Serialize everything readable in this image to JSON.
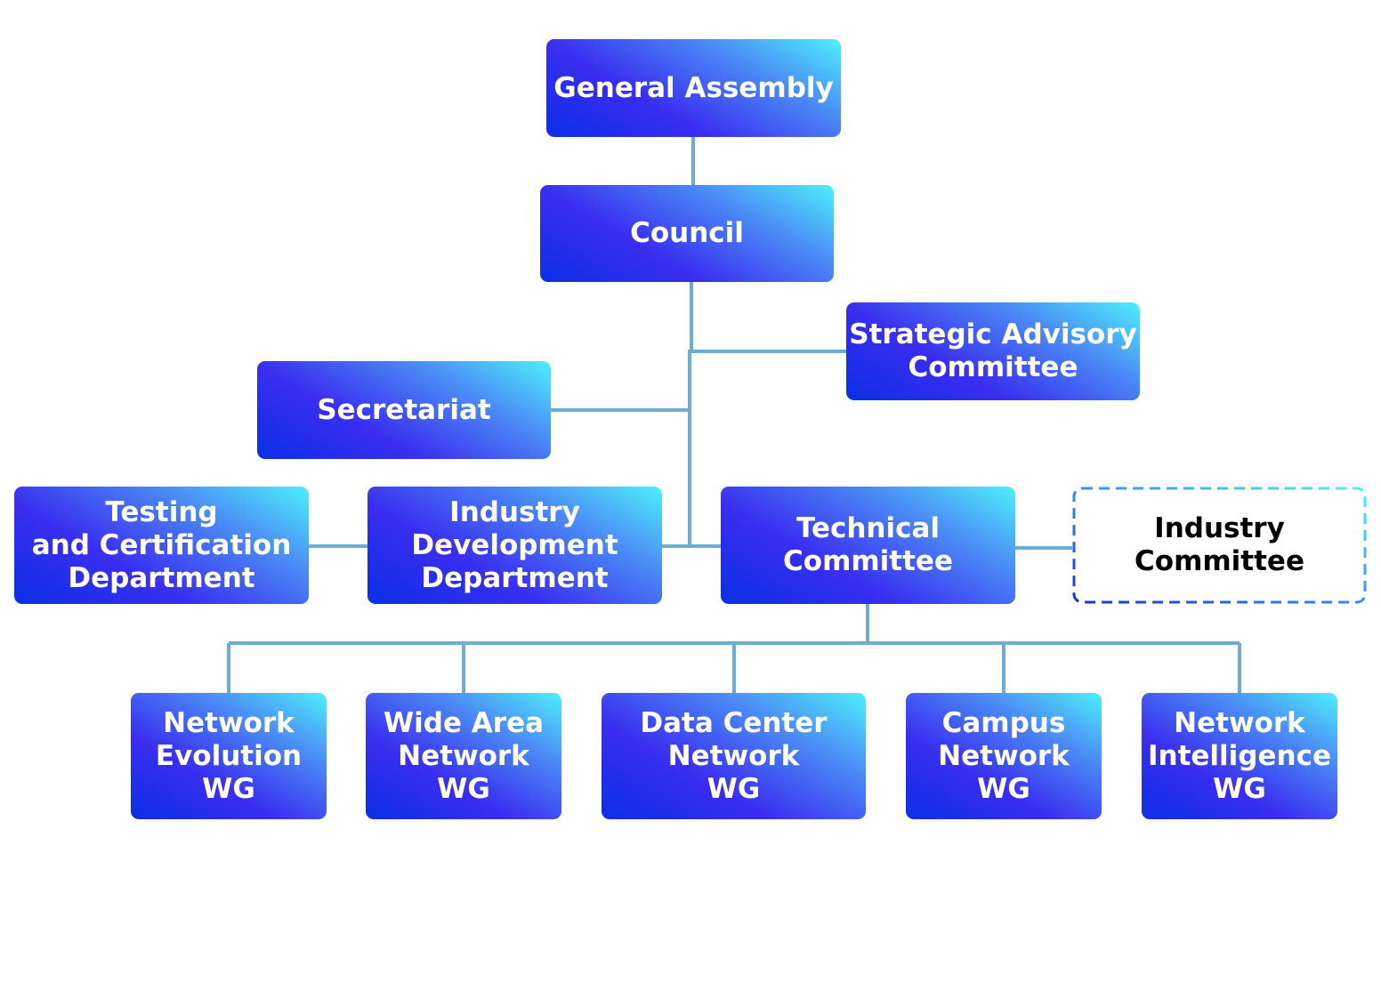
{
  "colors": {
    "connector": "#6aaed6",
    "box_gradient": [
      "#0b2fe6",
      "#3a2df0",
      "#4b8bf6",
      "#4ef0fc"
    ],
    "dashed_border": [
      "#1c2fe6",
      "#4ef0fc"
    ],
    "box_text": "#ffffff",
    "dashed_box_text": "#000000"
  },
  "nodes": {
    "general_assembly": "General Assembly",
    "council": "Council",
    "strategic_advisory": "Strategic Advisory\nCommittee",
    "secretariat": "Secretariat",
    "testing_cert": "Testing\nand Certification\nDepartment",
    "industry_dev": "Industry\nDevelopment\nDepartment",
    "technical_committee": "Technical\nCommittee",
    "industry_committee": "Industry\nCommittee",
    "wg_network_evolution": "Network\nEvolution\nWG",
    "wg_wan": "Wide Area\nNetwork\nWG",
    "wg_data_center": "Data Center\nNetwork\nWG",
    "wg_campus": "Campus\nNetwork\nWG",
    "wg_intelligence": "Network\nIntelligence\nWG"
  }
}
